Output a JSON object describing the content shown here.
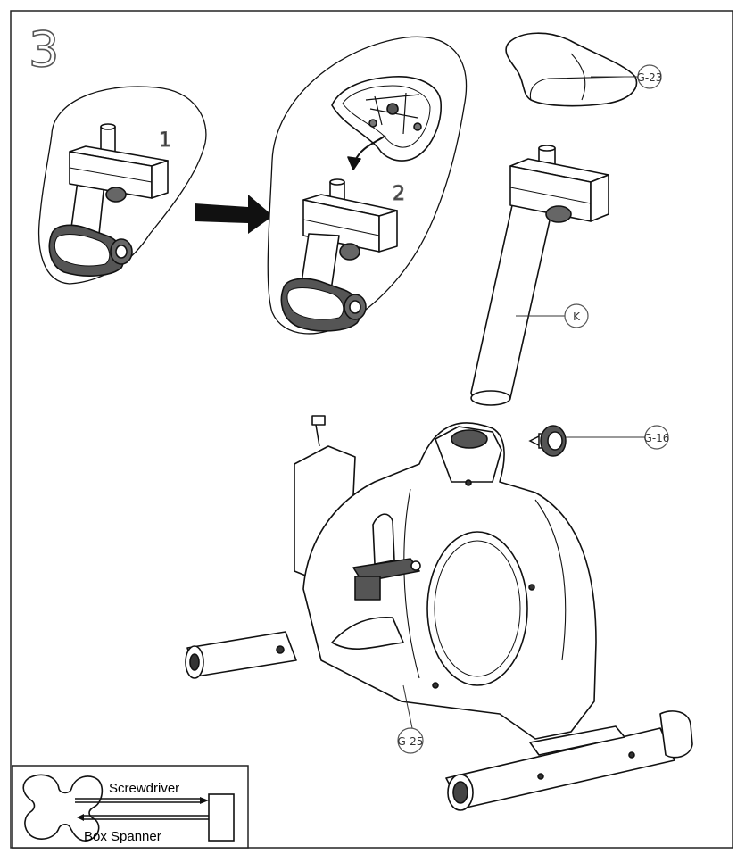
{
  "step": {
    "number": "3"
  },
  "sub_steps": {
    "first": "1",
    "second": "2"
  },
  "callouts": {
    "saddle": "G-23",
    "seat_post": "K",
    "knob": "G-16",
    "frame": "G-25"
  },
  "tools": {
    "screwdriver": "Screwdriver",
    "box_spanner": "Box Spanner"
  }
}
